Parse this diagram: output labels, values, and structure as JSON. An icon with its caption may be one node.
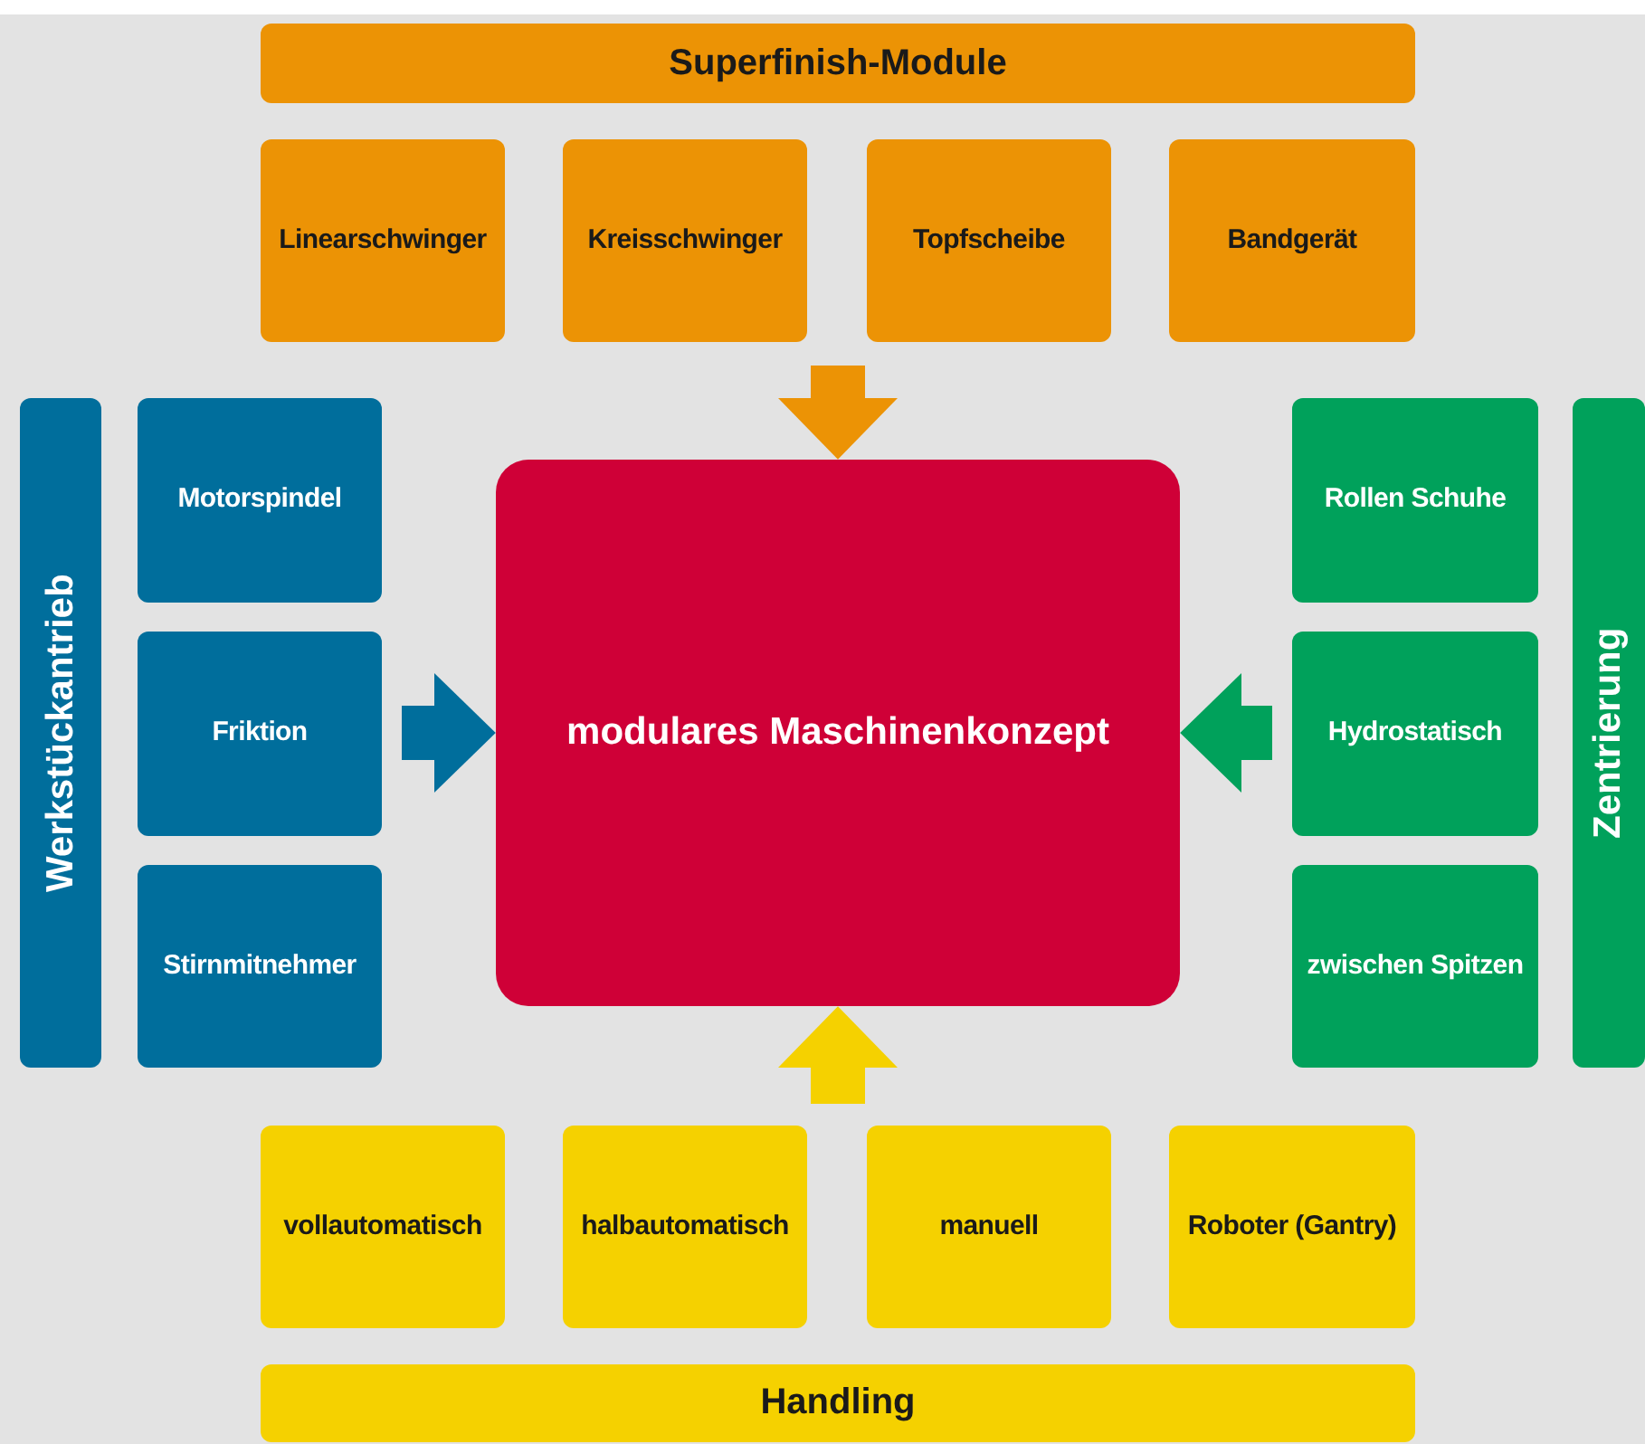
{
  "diagram": {
    "nodes": [
      {
        "text": [
          "Superfinish-Module"
        ]
      },
      {
        "text": [
          "Linearschwinger"
        ]
      },
      {
        "text": [
          "Kreisschwinger"
        ]
      },
      {
        "text": [
          "Topfscheibe"
        ]
      },
      {
        "text": [
          "Bandgerät"
        ]
      },
      {
        "text": [
          "Werkstückantrieb"
        ]
      },
      {
        "text": [
          "Motorspindel"
        ]
      },
      {
        "text": [
          "Friktion"
        ]
      },
      {
        "text": [
          "Stirnmitnehmer"
        ]
      },
      {
        "text": [
          "modulares Maschinenkonzept"
        ]
      },
      {
        "text": [
          "Rollen Schuhe"
        ]
      },
      {
        "text": [
          "Hydrostatisch"
        ]
      },
      {
        "text": [
          "zwischen Spitzen"
        ]
      },
      {
        "text": [
          "Zentrierung"
        ]
      },
      {
        "text": [
          "vollautomatisch"
        ]
      },
      {
        "text": [
          "halbautomatisch"
        ]
      },
      {
        "text": [
          "manuell"
        ]
      },
      {
        "text": [
          "Roboter (Gantry)"
        ]
      },
      {
        "text": [
          "Handling"
        ]
      }
    ],
    "edges": [
      {
        "from": null,
        "to": 9,
        "arrow": "to",
        "color": "#ec9305"
      },
      {
        "from": 7,
        "to": 9,
        "arrow": "to",
        "color": "#006e9c"
      },
      {
        "from": 11,
        "to": 9,
        "arrow": "to",
        "color": "#00a15b"
      },
      {
        "from": null,
        "to": 9,
        "arrow": "to",
        "color": "#f5d100"
      }
    ]
  }
}
